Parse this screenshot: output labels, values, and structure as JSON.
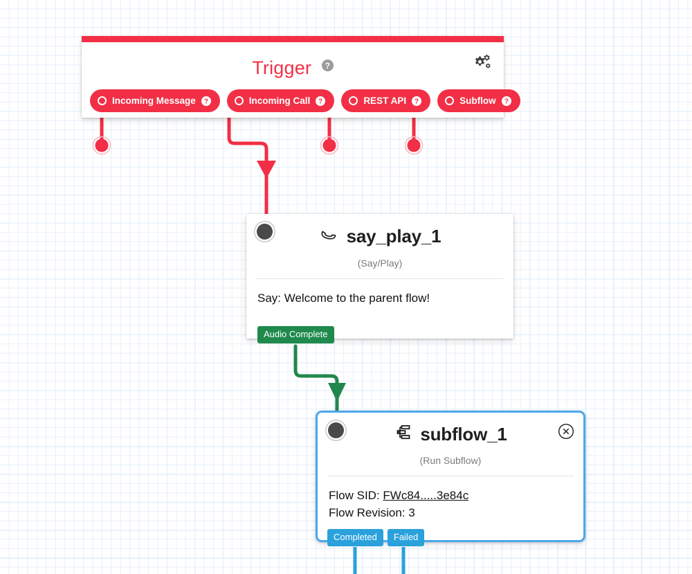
{
  "canvas": {
    "name": "flow-builder-canvas",
    "grid": true,
    "colors": {
      "trigger_red": "#F22F46",
      "transition_green": "#1F8A4C",
      "transition_blue": "#2BA1DC",
      "selected_border": "#4AA8EC",
      "grid_line": "#E8F1FB",
      "canvas_bg": "#FFFFFF"
    }
  },
  "trigger": {
    "title": "Trigger",
    "help_icon": "help-circle-icon",
    "settings_icon": "gears-icon",
    "pills": [
      {
        "label": "Incoming Message",
        "icon": "radio-circle-icon",
        "help_icon": "help-circle-icon"
      },
      {
        "label": "Incoming Call",
        "icon": "radio-circle-icon",
        "help_icon": "help-circle-icon"
      },
      {
        "label": "REST API",
        "icon": "radio-circle-icon",
        "help_icon": "help-circle-icon"
      },
      {
        "label": "Subflow",
        "icon": "radio-circle-icon",
        "help_icon": "help-circle-icon"
      }
    ]
  },
  "nodes": [
    {
      "id": "say_play_1",
      "title": "say_play_1",
      "icon": "phone-handset-icon",
      "subtitle": "(Say/Play)",
      "body_line": "Say: Welcome to the parent flow!",
      "selected": false,
      "transitions": [
        {
          "label": "Audio Complete",
          "color": "green"
        }
      ]
    },
    {
      "id": "subflow_1",
      "title": "subflow_1",
      "icon": "sitemap-icon",
      "subtitle": "(Run Subflow)",
      "close_icon": "close-circle-icon",
      "fields": [
        {
          "label": "Flow SID:",
          "value": "FWc84.....3e84c",
          "is_link": true
        },
        {
          "label": "Flow Revision:",
          "value": "3",
          "is_link": false
        }
      ],
      "selected": true,
      "transitions": [
        {
          "label": "Completed",
          "color": "blue"
        },
        {
          "label": "Failed",
          "color": "blue"
        }
      ]
    }
  ]
}
